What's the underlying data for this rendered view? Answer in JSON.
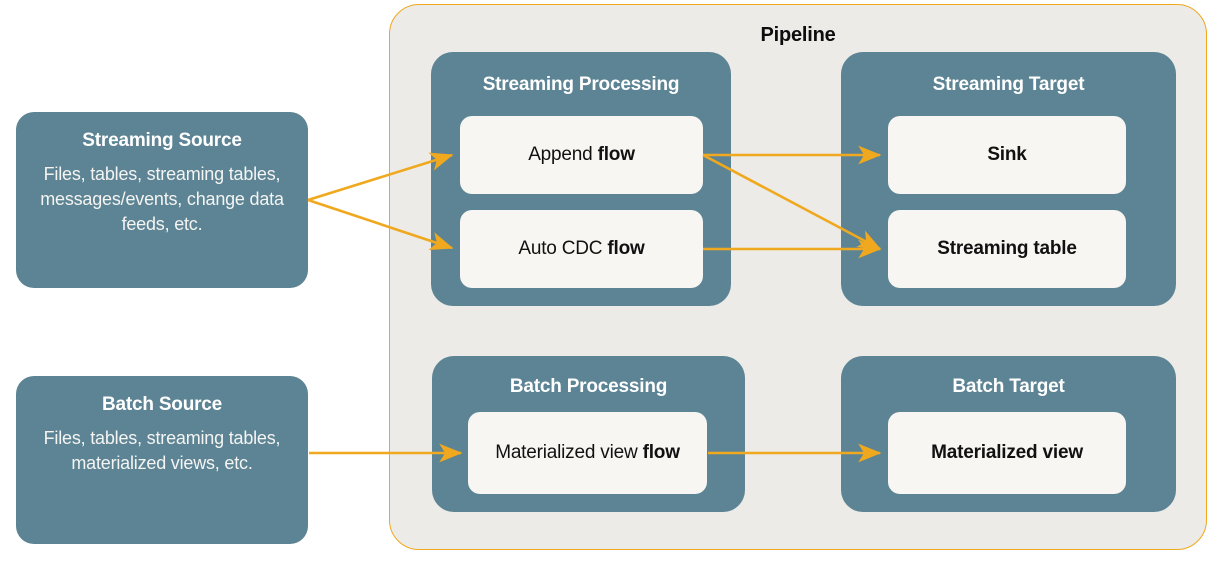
{
  "pipeline": {
    "title": "Pipeline",
    "border_color": "#f0a81e",
    "bg_color": "#ecebe7"
  },
  "colors": {
    "teal": "#5c8494",
    "card": "#f7f6f2",
    "arrow": "#f0a81e",
    "text_dark": "#111111",
    "text_light": "#ffffff"
  },
  "sources": [
    {
      "name": "streaming-source",
      "title": "Streaming Source",
      "description": "Files, tables, streaming tables, messages/events, change data feeds, etc."
    },
    {
      "name": "batch-source",
      "title": "Batch Source",
      "description": "Files, tables, streaming tables, materialized views, etc."
    }
  ],
  "groups": [
    {
      "name": "streaming-processing",
      "title": "Streaming Processing",
      "cards": [
        {
          "name": "append-flow-card",
          "prefix": "Append ",
          "bold": "flow",
          "suffix": "",
          "all_bold": false
        },
        {
          "name": "auto-cdc-flow-card",
          "prefix": "Auto CDC ",
          "bold": "flow",
          "suffix": "",
          "all_bold": false
        }
      ]
    },
    {
      "name": "streaming-target",
      "title": "Streaming Target",
      "cards": [
        {
          "name": "sink-card",
          "prefix": "",
          "bold": "Sink",
          "suffix": "",
          "all_bold": true
        },
        {
          "name": "streaming-table-card",
          "prefix": "",
          "bold": "Streaming table",
          "suffix": "",
          "all_bold": true
        }
      ]
    },
    {
      "name": "batch-processing",
      "title": "Batch Processing",
      "cards": [
        {
          "name": "materialized-view-flow-card",
          "prefix": "Materialized view ",
          "bold": "flow",
          "suffix": "",
          "all_bold": false
        }
      ]
    },
    {
      "name": "batch-target",
      "title": "Batch Target",
      "cards": [
        {
          "name": "materialized-view-card",
          "prefix": "",
          "bold": "Materialized view",
          "suffix": "",
          "all_bold": true
        }
      ]
    }
  ],
  "arrows": [
    {
      "name": "arrow-streaming-source-to-append-flow",
      "from": "streaming-source",
      "to": "append-flow-card"
    },
    {
      "name": "arrow-streaming-source-to-auto-cdc-flow",
      "from": "streaming-source",
      "to": "auto-cdc-flow-card"
    },
    {
      "name": "arrow-append-flow-to-sink",
      "from": "append-flow-card",
      "to": "sink-card"
    },
    {
      "name": "arrow-append-flow-to-streaming-table",
      "from": "append-flow-card",
      "to": "streaming-table-card"
    },
    {
      "name": "arrow-auto-cdc-flow-to-streaming-table",
      "from": "auto-cdc-flow-card",
      "to": "streaming-table-card"
    },
    {
      "name": "arrow-batch-source-to-materialized-view-flow",
      "from": "batch-source",
      "to": "materialized-view-flow-card"
    },
    {
      "name": "arrow-materialized-view-flow-to-materialized-view",
      "from": "materialized-view-flow-card",
      "to": "materialized-view-card"
    }
  ]
}
